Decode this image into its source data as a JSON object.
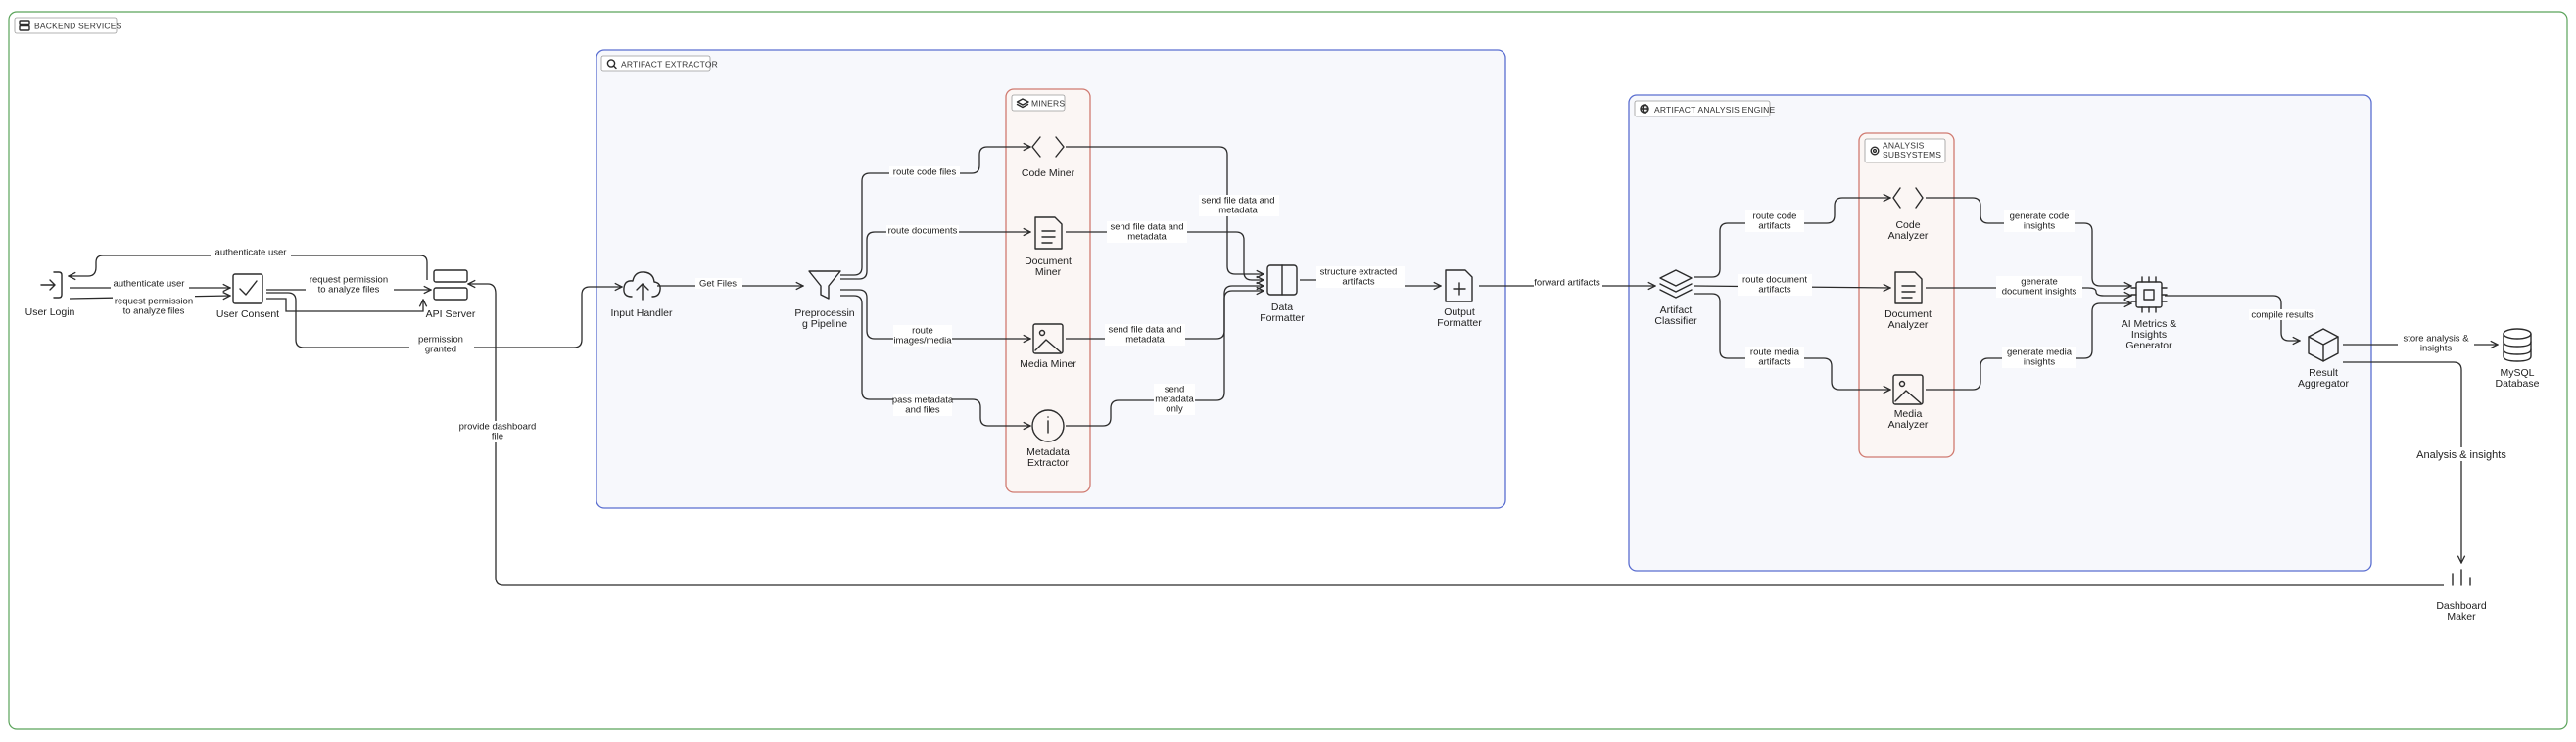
{
  "groups": {
    "backend": "BACKEND SERVICES",
    "extractor": "ARTIFACT EXTRACTOR",
    "miners": "MINERS",
    "engine": "ARTIFACT ANALYSIS ENGINE",
    "subsystems": [
      "ANALYSIS",
      "SUBSYSTEMS"
    ]
  },
  "nodes": {
    "user_login": [
      "User Login"
    ],
    "user_consent": [
      "User Consent"
    ],
    "api_server": [
      "API Server"
    ],
    "input_handler": [
      "Input Handler"
    ],
    "preprocessing": [
      "Preprocessin",
      "g Pipeline"
    ],
    "code_miner": [
      "Code Miner"
    ],
    "document_miner": [
      "Document",
      "Miner"
    ],
    "media_miner": [
      "Media Miner"
    ],
    "metadata_extractor": [
      "Metadata",
      "Extractor"
    ],
    "data_formatter": [
      "Data",
      "Formatter"
    ],
    "output_formatter": [
      "Output",
      "Formatter"
    ],
    "artifact_classifier": [
      "Artifact",
      "Classifier"
    ],
    "code_analyzer": [
      "Code",
      "Analyzer"
    ],
    "document_analyzer": [
      "Document",
      "Analyzer"
    ],
    "media_analyzer": [
      "Media",
      "Analyzer"
    ],
    "ai_metrics": [
      "AI Metrics &",
      "Insights",
      "Generator"
    ],
    "result_aggregator": [
      "Result",
      "Aggregator"
    ],
    "mysql": [
      "MySQL",
      "Database"
    ],
    "dashboard_maker": [
      "Dashboard",
      "Maker"
    ]
  },
  "edges": {
    "authenticate_user_top": [
      "authenticate user"
    ],
    "authenticate_user": [
      "authenticate user"
    ],
    "request_permission_1": [
      "request permission",
      "to analyze files"
    ],
    "request_permission_2": [
      "request permission",
      "to analyze files"
    ],
    "permission_granted": [
      "permission",
      "granted"
    ],
    "get_files": [
      "Get Files"
    ],
    "route_code": [
      "route code files"
    ],
    "route_documents": [
      "route documents"
    ],
    "route_media": [
      "route",
      "images/media"
    ],
    "pass_metadata": [
      "pass metadata",
      "and files"
    ],
    "send_code_data": [
      "send file data and",
      "metadata"
    ],
    "send_doc_data": [
      "send file data and",
      "metadata"
    ],
    "send_media_data": [
      "send file data and",
      "metadata"
    ],
    "send_meta_only": [
      "send",
      "metadata",
      "only"
    ],
    "structure_extracted": [
      "structure extracted",
      "artifacts"
    ],
    "forward_artifacts": [
      "forward artifacts"
    ],
    "route_code_artifacts": [
      "route code",
      "artifacts"
    ],
    "route_document_artifacts": [
      "route document",
      "artifacts"
    ],
    "route_media_artifacts": [
      "route media",
      "artifacts"
    ],
    "gen_code": [
      "generate code",
      "insights"
    ],
    "gen_document": [
      "generate",
      "document insights"
    ],
    "gen_media": [
      "generate media",
      "insights"
    ],
    "compile_results": [
      "compile results"
    ],
    "store_analysis": [
      "store analysis &",
      "insights"
    ],
    "analysis_insights": [
      "Analysis & insights"
    ],
    "provide_dashboard": [
      "provide dashboard",
      "file"
    ]
  }
}
